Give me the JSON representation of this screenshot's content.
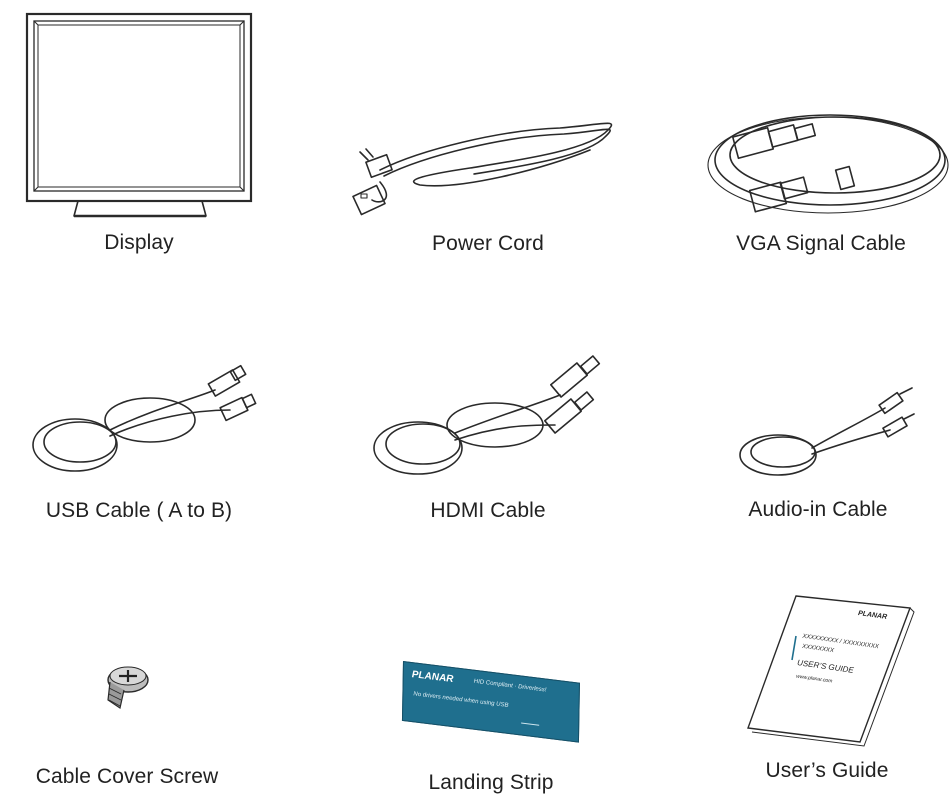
{
  "items": {
    "display": "Display",
    "power_cord": "Power Cord",
    "vga_cable": "VGA Signal Cable",
    "usb_cable": "USB Cable ( A to B)",
    "hdmi_cable": "HDMI Cable",
    "audio_cable": "Audio-in Cable",
    "screw": "Cable Cover Screw",
    "landing_strip": "Landing Strip",
    "users_guide": "User’s Guide"
  },
  "landing_strip_card": {
    "brand": "PLANAR",
    "headline": "HID Compliant · Driverless!",
    "subtext": "No drivers needed when using USB"
  },
  "guide_booklet": {
    "brand": "PLANAR",
    "model_line_1": "XXXXXXXXX / XXXXXXXXX",
    "model_line_2": "XXXXXXXX",
    "title": "USER’S GUIDE",
    "url": "www.planar.com"
  },
  "colors": {
    "card_blue": "#1f6f8e",
    "line": "#2a2a2a"
  }
}
